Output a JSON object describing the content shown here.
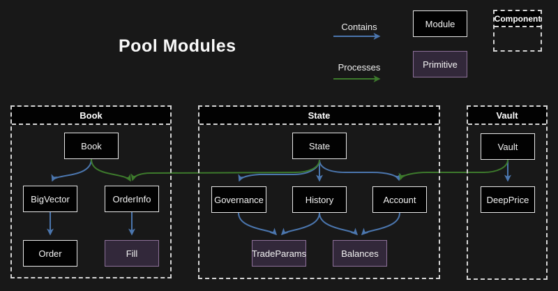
{
  "title": "Pool Modules",
  "legend": {
    "contains": "Contains",
    "processes": "Processes",
    "module": "Module",
    "primitive": "Primitive",
    "component": "Component"
  },
  "colors": {
    "background": "#181818",
    "contains_arrow": "#4b76ae",
    "processes_arrow": "#3d7a2c",
    "module_fill": "#020202",
    "module_border": "#e9e9e9",
    "primitive_fill": "#32283a",
    "primitive_border": "#8e719a",
    "container_dash": "#d6d6d6"
  },
  "groups": {
    "book": {
      "label": "Book"
    },
    "state": {
      "label": "State"
    },
    "vault": {
      "label": "Vault"
    }
  },
  "nodes": {
    "book": "Book",
    "bigvector": "BigVector",
    "orderinfo": "OrderInfo",
    "order": "Order",
    "fill": "Fill",
    "state": "State",
    "governance": "Governance",
    "history": "History",
    "account": "Account",
    "tradeparams": "TradeParams",
    "balances": "Balances",
    "vault": "Vault",
    "deepprice": "DeepPrice"
  },
  "edges": [
    {
      "from": "Book",
      "to": "BigVector",
      "type": "contains"
    },
    {
      "from": "Book",
      "to": "OrderInfo",
      "type": "contains"
    },
    {
      "from": "BigVector",
      "to": "Order",
      "type": "contains"
    },
    {
      "from": "OrderInfo",
      "to": "Fill",
      "type": "contains"
    },
    {
      "from": "State",
      "to": "Governance",
      "type": "contains"
    },
    {
      "from": "State",
      "to": "History",
      "type": "contains"
    },
    {
      "from": "State",
      "to": "Account",
      "type": "contains"
    },
    {
      "from": "Governance",
      "to": "TradeParams",
      "type": "contains"
    },
    {
      "from": "History",
      "to": "TradeParams",
      "type": "contains"
    },
    {
      "from": "History",
      "to": "Balances",
      "type": "contains"
    },
    {
      "from": "Account",
      "to": "Balances",
      "type": "contains"
    },
    {
      "from": "Vault",
      "to": "DeepPrice",
      "type": "contains"
    },
    {
      "from": "State",
      "to": "OrderInfo",
      "type": "processes"
    },
    {
      "from": "Vault",
      "to": "Account",
      "type": "processes"
    }
  ]
}
